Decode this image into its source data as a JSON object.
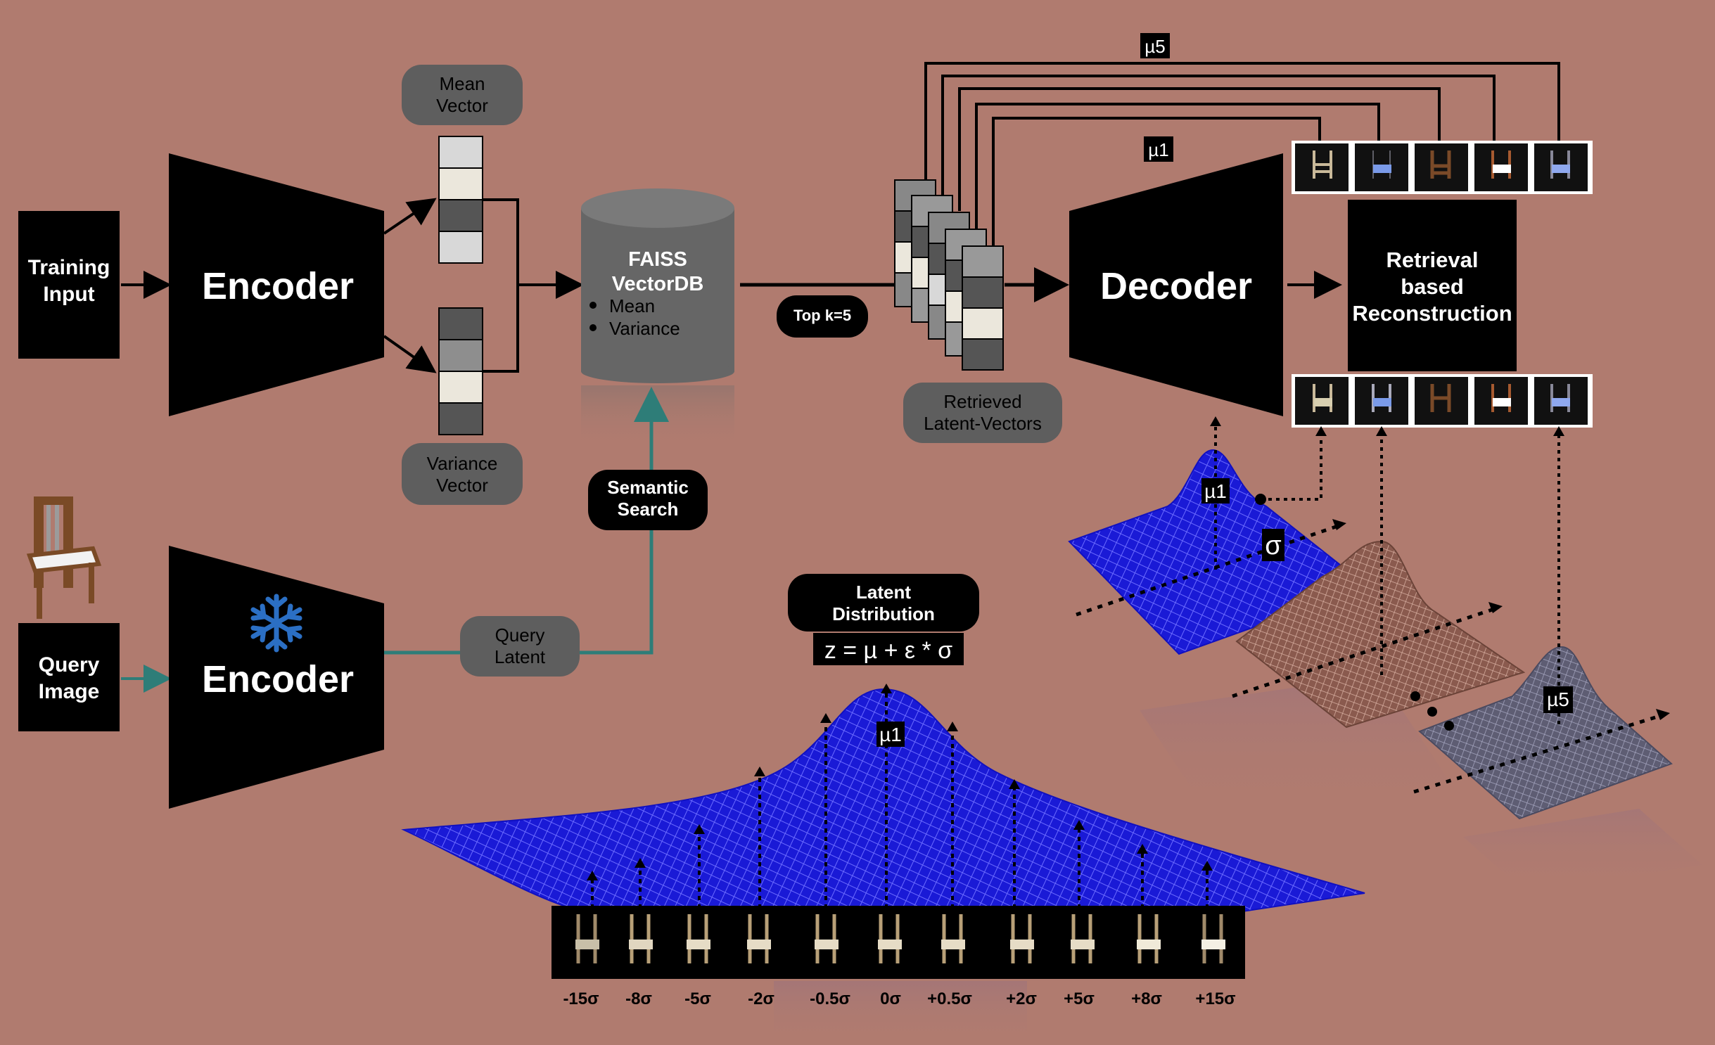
{
  "training_input": "Training Input",
  "query_image": "Query Image",
  "encoder_label": "Encoder",
  "frozen_encoder_label": "Encoder",
  "mean_vector": "Mean Vector",
  "variance_vector": "Variance Vector",
  "faiss": {
    "title1": "FAISS",
    "title2": "VectorDB",
    "items": [
      "Mean",
      "Variance"
    ]
  },
  "semantic_search": "Semantic Search",
  "query_latent": "Query Latent",
  "topk": "Top k=5",
  "retrieved": "Retrieved Latent-Vectors",
  "decoder_label": "Decoder",
  "reconstruction": "Retrieval based Reconstruction",
  "mu1": "µ1",
  "mu5": "µ5",
  "sigma": "σ",
  "latent_distribution": "Latent Distribution",
  "formula": "z = µ + ε * σ",
  "sigma_ticks": [
    "-15σ",
    "-8σ",
    "-5σ",
    "-2σ",
    "-0.5σ",
    "0σ",
    "+0.5σ",
    "+2σ",
    "+5σ",
    "+8σ",
    "+15σ"
  ],
  "colors": {
    "background": "#b07b6f",
    "box": "#000000",
    "pill": "#5e5e5e",
    "teal": "#2e7d78",
    "blue_mesh": "#2222dd"
  },
  "icons": [
    "snowflake-icon",
    "chair-icon"
  ]
}
